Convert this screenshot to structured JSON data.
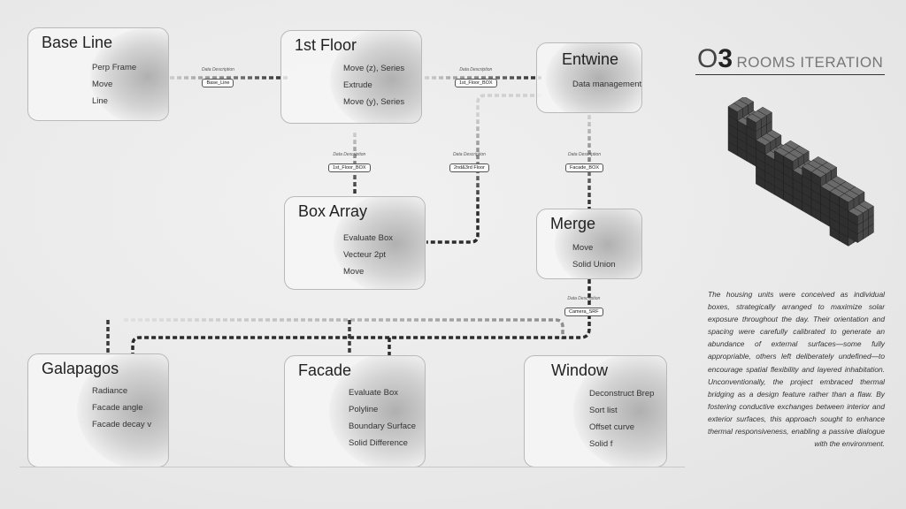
{
  "heading": {
    "o": "O",
    "three": "3",
    "subtitle": "ROOMS ITERATION"
  },
  "description": "The housing units were conceived as individual boxes, strategically arranged to maximize solar exposure throughout the day. Their orientation and spacing were carefully calibrated to generate an abundance of external surfaces—some fully appropriable, others left deliberately undefined—to encourage spatial flexibility and layered inhabitation. Unconventionally, the project embraced thermal bridging as a design feature rather than a flaw. By fostering conductive exchanges between interior and exterior surfaces, this approach sought to enhance thermal responsiveness, enabling a passive dialogue with the environment.",
  "nodes": {
    "base_line": {
      "title": "Base Line",
      "items": [
        "Perp Frame",
        "Move",
        "Line"
      ]
    },
    "first_floor": {
      "title": "1st Floor",
      "items": [
        "Move (z), Series",
        "Extrude",
        "Move (y), Series"
      ]
    },
    "entwine": {
      "title": "Entwine",
      "items": [
        "Data management"
      ]
    },
    "box_array": {
      "title": "Box Array",
      "items": [
        "Evaluate Box",
        "Vecteur 2pt",
        "Move"
      ]
    },
    "merge": {
      "title": "Merge",
      "items": [
        "Move",
        "Solid Union"
      ]
    },
    "galapagos": {
      "title": "Galapagos",
      "items": [
        "Radiance",
        "Facade angle",
        "Facade decay v"
      ]
    },
    "facade": {
      "title": "Facade",
      "items": [
        "Evaluate Box",
        "Polyline",
        "Boundary Surface",
        "Solid Difference"
      ]
    },
    "window": {
      "title": "Window",
      "items": [
        "Deconstruct Brep",
        "Sort list",
        "Offset curve",
        "Solid f"
      ]
    }
  },
  "tags": [
    {
      "caption": "Data Description",
      "label": "Base_Line"
    },
    {
      "caption": "Data Description",
      "label": "1st_Floor_BOX"
    },
    {
      "caption": "Data Description",
      "label": "1st_Floor_BOX"
    },
    {
      "caption": "Data Description",
      "label": "2nd&3rd Floor"
    },
    {
      "caption": "Data Description",
      "label": "Facade_BOX"
    },
    {
      "caption": "Data Description",
      "label": "Camera_SRF"
    }
  ],
  "colors": {
    "link": "#2b2b2b",
    "link_faded": "#b8b8b8",
    "node_border": "#b9b9b9",
    "block": "#3a3a3a"
  }
}
